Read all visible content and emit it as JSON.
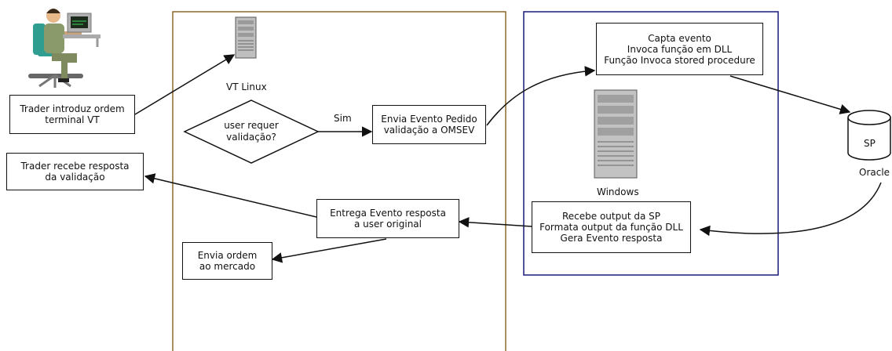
{
  "nodes": {
    "trader_input": "Trader introduz ordem\nterminal VT",
    "trader_receive": "Trader recebe resposta\nda validação",
    "vt_linux": "VT Linux",
    "decision": "user requer\nvalidação?",
    "yes_label": "Sim",
    "send_event": "Envia Evento Pedido\nvalidação a OMSEV",
    "deliver_response": "Entrega Evento resposta\na user original",
    "send_order": "Envia ordem\nao mercado",
    "capture_event": "Capta evento\nInvoca função em DLL\nFunção Invoca stored procedure",
    "windows": "Windows",
    "receive_output": "Recebe output da SP\nFormata output da função DLL\nGera Evento resposta",
    "sp": "SP",
    "oracle": "Oracle"
  },
  "colors": {
    "linux_frame": "#8a6a2a",
    "windows_frame": "#1a1a7a",
    "edge": "#111111"
  },
  "icons": {
    "trader": "trader-at-computer-icon",
    "linux_server": "server-tower-icon",
    "windows_server": "server-tower-icon",
    "database": "database-cylinder-icon"
  }
}
